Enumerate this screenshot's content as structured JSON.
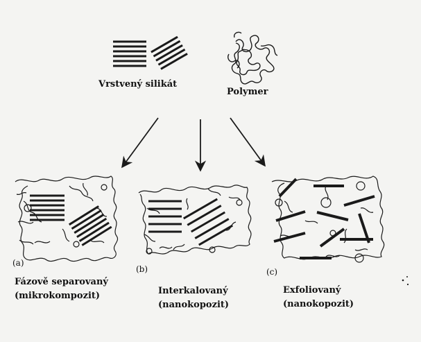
{
  "inputs": {
    "silicate_label": "Vrstvený silikát",
    "polymer_label": "Polymer"
  },
  "outcomes": [
    {
      "letter": "(a)",
      "name": "Fázově separovaný",
      "detail": "(mikrokompozit)"
    },
    {
      "letter": "(b)",
      "name": "Interkalovaný",
      "detail": "(nanokopozit)"
    },
    {
      "letter": "(c)",
      "name": "Exfoliovaný",
      "detail": "(nanokopozit)"
    }
  ],
  "colors": {
    "ink": "#1a1a1a",
    "background": "#f4f4f2"
  }
}
